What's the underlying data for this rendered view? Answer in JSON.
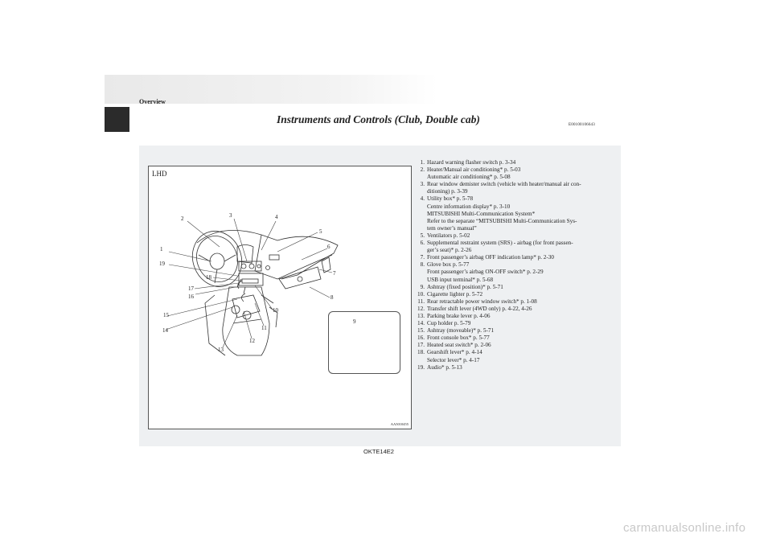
{
  "header": {
    "section": "Overview",
    "title": "Instruments and Controls (Club, Double cab)",
    "code": "E00100106643"
  },
  "figure": {
    "drive_side": "LHD",
    "figure_code": "AA5010455",
    "callouts": [
      "1",
      "2",
      "3",
      "4",
      "5",
      "6",
      "7",
      "8",
      "9",
      "10",
      "11",
      "12",
      "13",
      "14",
      "15",
      "16",
      "17",
      "18",
      "19"
    ],
    "inset_callout": "9"
  },
  "items": [
    {
      "num": "1.",
      "lines": [
        "Hazard warning flasher switch p. 3-34"
      ]
    },
    {
      "num": "2.",
      "lines": [
        "Heater/Manual air conditioning* p. 5-03",
        "Automatic air conditioning* p. 5-08"
      ]
    },
    {
      "num": "3.",
      "lines": [
        "Rear window demister switch (vehicle with heater/manual air con-",
        "ditioning) p. 3-39"
      ]
    },
    {
      "num": "4.",
      "lines": [
        "Utility box* p. 5-78",
        "Centre information display* p. 3-10",
        "MITSUBISHI Multi-Communication System*",
        "Refer to the separate “MITSUBISHI Multi-Communication Sys-",
        "tem owner’s manual”"
      ]
    },
    {
      "num": "5.",
      "lines": [
        "Ventilators p. 5-02"
      ]
    },
    {
      "num": "6.",
      "lines": [
        "Supplemental restraint system (SRS) - airbag (for front passen-",
        "ger’s seat)* p. 2-26"
      ]
    },
    {
      "num": "7.",
      "lines": [
        "Front passenger’s airbag OFF indication lamp* p. 2-30"
      ]
    },
    {
      "num": "8.",
      "lines": [
        "Glove box p. 5-77",
        "Front passenger’s airbag ON-OFF switch* p. 2-29",
        "USB input terminal* p. 5-68"
      ]
    },
    {
      "num": "9.",
      "lines": [
        "Ashtray (fixed position)* p. 5-71"
      ]
    },
    {
      "num": "10.",
      "lines": [
        "Cigarette lighter p. 5-72"
      ]
    },
    {
      "num": "11.",
      "lines": [
        "Rear retractable power window switch* p. 1-08"
      ]
    },
    {
      "num": "12.",
      "lines": [
        "Transfer shift lever (4WD only) p. 4-22, 4-26"
      ]
    },
    {
      "num": "13.",
      "lines": [
        "Parking brake lever p. 4-06"
      ]
    },
    {
      "num": "14.",
      "lines": [
        "Cup holder p. 5-79"
      ]
    },
    {
      "num": "15.",
      "lines": [
        "Ashtray (moveable)* p. 5-71"
      ]
    },
    {
      "num": "16.",
      "lines": [
        "Front console box* p. 5-77"
      ]
    },
    {
      "num": "17.",
      "lines": [
        "Heated seat switch* p. 2-06"
      ]
    },
    {
      "num": "18.",
      "lines": [
        "Gearshift lever* p. 4-14",
        "Selector lever* p. 4-17"
      ]
    },
    {
      "num": "19.",
      "lines": [
        "Audio* p. 5-13"
      ]
    }
  ],
  "footer": {
    "code": "OKTE14E2"
  },
  "watermark": "carmanualsonline.info"
}
